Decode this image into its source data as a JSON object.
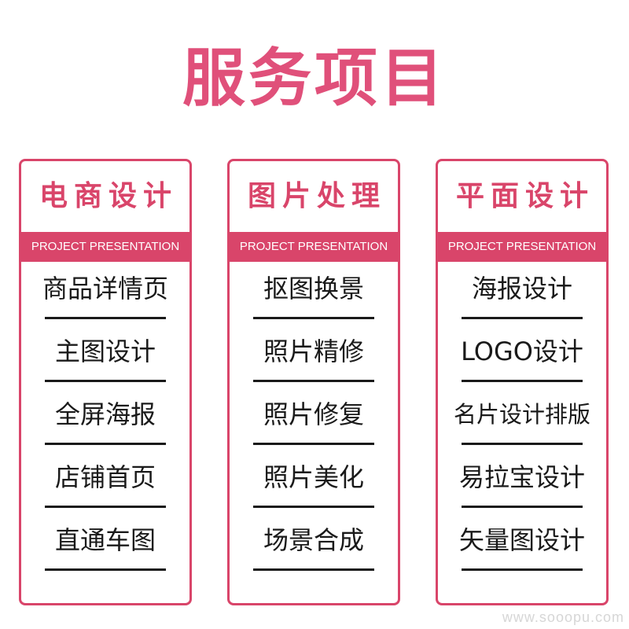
{
  "page": {
    "title": "服务项目",
    "watermark": "www.sooopu.com"
  },
  "colors": {
    "accent": "#d9456a",
    "title": "#e0507a",
    "text": "#1a1a1a"
  },
  "cards": [
    {
      "title": "电商设计",
      "band": "PROJECT PRESENTATION",
      "items": [
        "商品详情页",
        "主图设计",
        "全屏海报",
        "店铺首页",
        "直通车图"
      ]
    },
    {
      "title": "图片处理",
      "band": "PROJECT PRESENTATION",
      "items": [
        "抠图换景",
        "照片精修",
        "照片修复",
        "照片美化",
        "场景合成"
      ]
    },
    {
      "title": "平面设计",
      "band": "PROJECT PRESENTATION",
      "items": [
        "海报设计",
        "LOGO设计",
        "名片设计排版",
        "易拉宝设计",
        "矢量图设计"
      ]
    }
  ]
}
